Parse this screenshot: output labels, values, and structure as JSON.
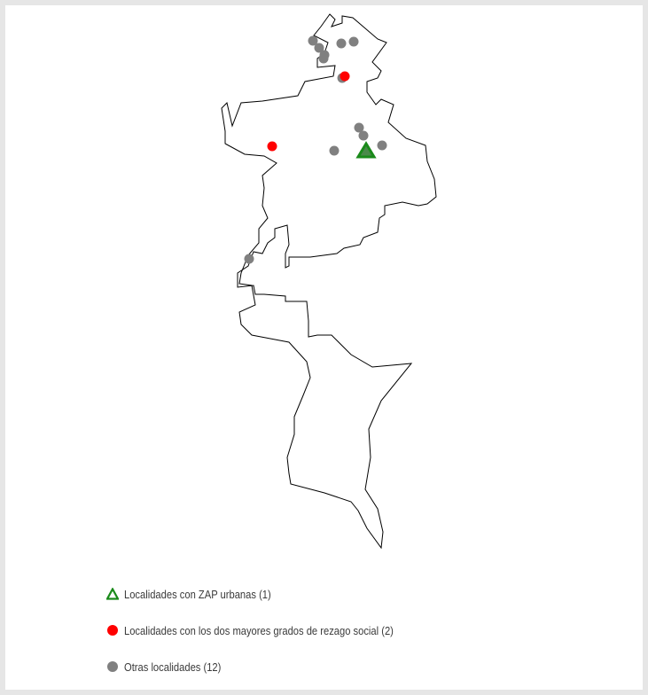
{
  "colors": {
    "zap_urbana": "#1a8a1a",
    "zap_urbana_fill": "#4a8a4a",
    "rezago": "#ff0000",
    "otras": "#808080",
    "municipio_fill": "#ffffff",
    "municipio_stroke": "#000000"
  },
  "legend": [
    {
      "symbol": "triangle",
      "label": "Localidades con ZAP urbanas (1)"
    },
    {
      "symbol": "red-circle",
      "label": "Localidades con los dos mayores grados de rezago social (2)"
    },
    {
      "symbol": "gray-circle",
      "label": "Otras localidades (12)"
    }
  ]
}
